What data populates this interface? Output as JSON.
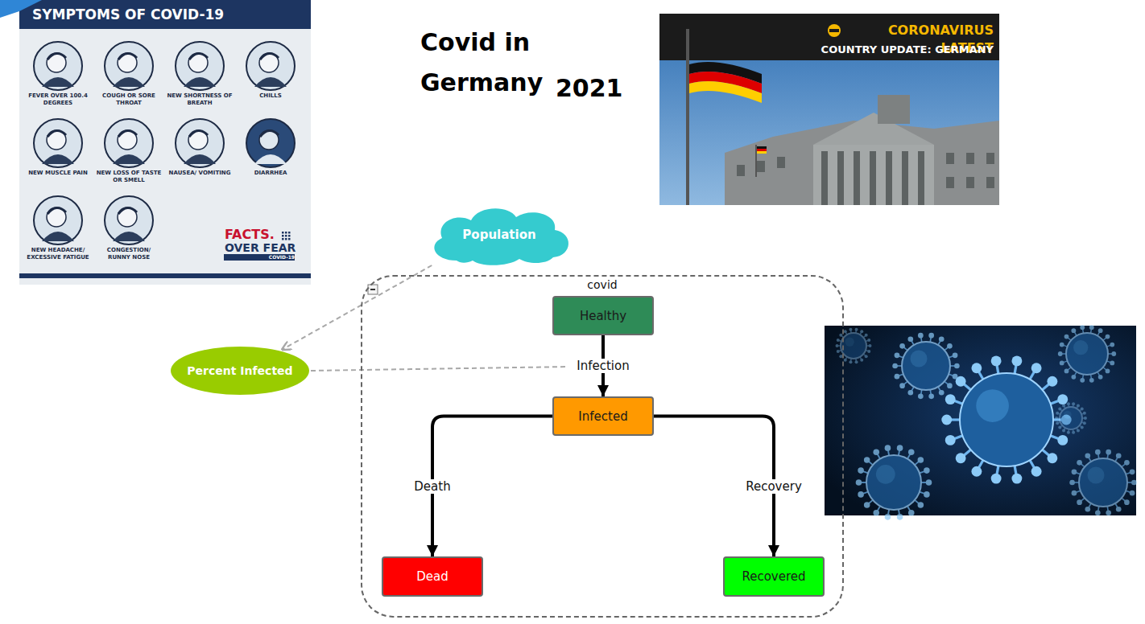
{
  "diagram": {
    "title": "Covid in Germany",
    "nodes": [
      {
        "text": [
          "Population"
        ]
      },
      {
        "text": [
          "Percent Infected"
        ]
      },
      {
        "text": [
          "covid"
        ]
      },
      {
        "text": [
          "Healthy"
        ],
        "in": 2
      },
      {
        "text": [
          "Infected"
        ],
        "in": 2
      },
      {
        "text": [
          "Dead"
        ],
        "in": 2
      },
      {
        "text": [
          "Recovered"
        ],
        "in": 2
      }
    ],
    "edges": [
      {
        "from": 3,
        "to": 4,
        "label": "Infection",
        "arrow": "to"
      },
      {
        "from": 4,
        "to": 5,
        "label": "Death",
        "arrow": "to"
      },
      {
        "from": 4,
        "to": 6,
        "label": "Recovery",
        "arrow": "to"
      },
      {
        "from": 0,
        "to": 1,
        "arrow": "to"
      }
    ],
    "labels": [
      "2021",
      "SYMPTOMS OF COVID-19",
      "FEVER OVER 100.4 DEGREES",
      "COUGH OR SORE THROAT",
      "NEW SHORTNESS OF BREATH",
      "CHILLS",
      "NEW MUSCLE PAIN",
      "NEW LOSS OF TASTE OR SMELL",
      "NAUSEA/ VOMITING",
      "DIARRHEA",
      "NEW HEADACHE/ EXCESSIVE FATIGUE",
      "CONGESTION/ RUNNY NOSE",
      "FACTS.",
      "OVER FEAR",
      "COVID-19",
      "CORONAVIRUS LATEST",
      "COUNTRY UPDATE: GERMANY"
    ]
  }
}
